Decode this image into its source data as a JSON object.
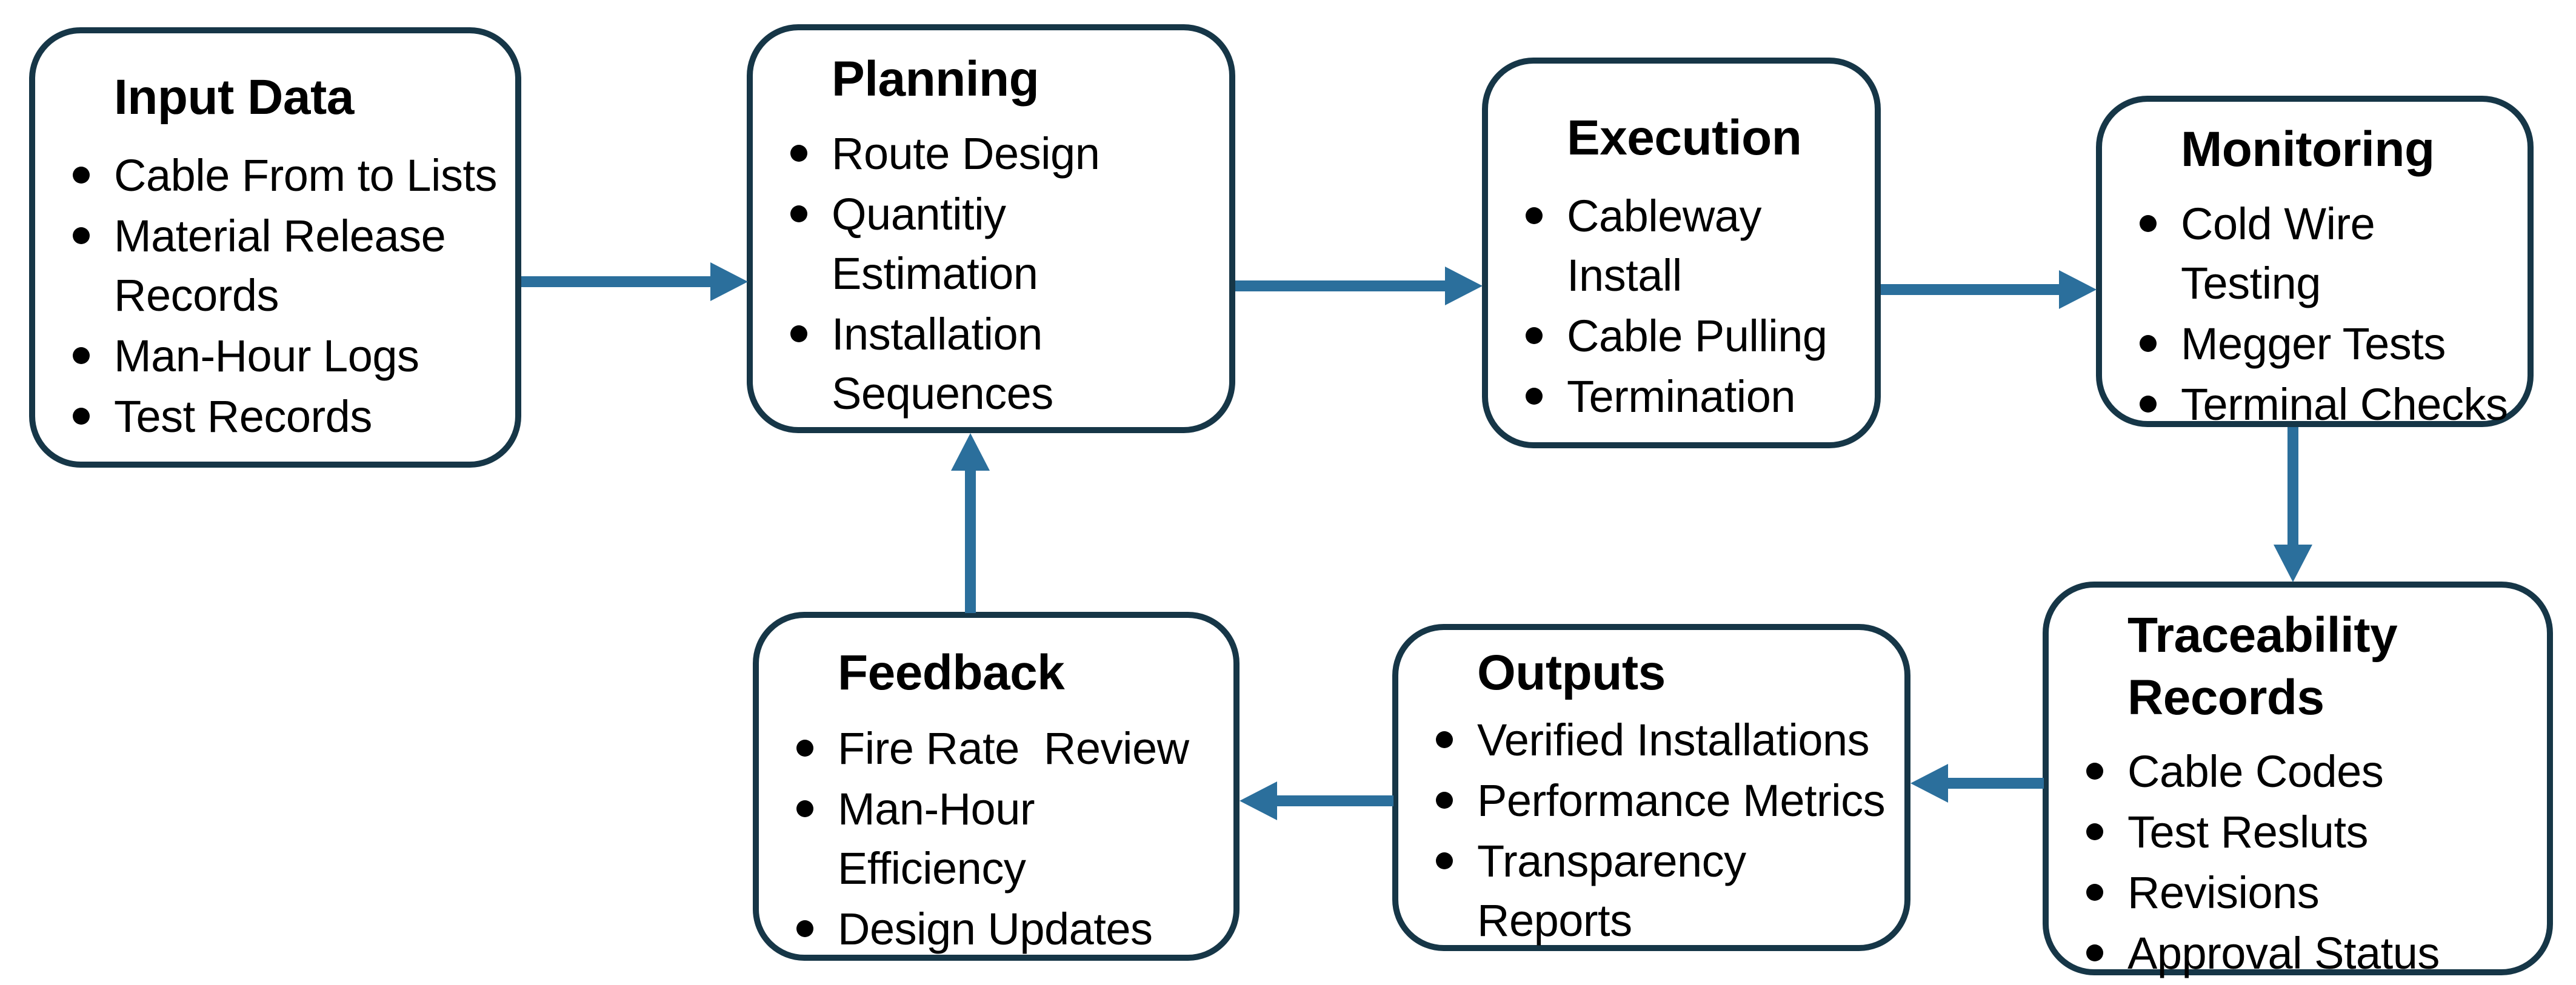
{
  "diagram": {
    "title": "Cable installation process flow",
    "colors": {
      "background": "#ffffff",
      "box_border": "#163647",
      "arrow": "#2b6f9c",
      "text": "#000000"
    },
    "boxes": [
      {
        "id": "input-data",
        "title": "Input Data",
        "items": [
          "Cable From to Lists",
          "Material Release\nRecords",
          "Man-Hour Logs",
          "Test Records"
        ]
      },
      {
        "id": "planning",
        "title": "Planning",
        "items": [
          "Route Design",
          "Quantitiy\nEstimation",
          "Installation\nSequences"
        ]
      },
      {
        "id": "execution",
        "title": "Execution",
        "items": [
          "Cableway\nInstall",
          "Cable Pulling",
          "Termination"
        ]
      },
      {
        "id": "monitoring",
        "title": "Monitoring",
        "items": [
          "Cold Wire\nTesting",
          "Megger Tests",
          "Terminal Checks"
        ]
      },
      {
        "id": "traceability-records",
        "title": "Traceability\nRecords",
        "items": [
          "Cable Codes",
          "Test Resluts",
          "Revisions",
          "Approval Status"
        ]
      },
      {
        "id": "outputs",
        "title": "Outputs",
        "items": [
          "Verified Installations",
          "Performance Metrics",
          "Transparency\nReports"
        ]
      },
      {
        "id": "feedback",
        "title": "Feedback",
        "items": [
          "Fire Rate  Review",
          "Man-Hour\nEfficiency",
          "Design Updates"
        ]
      }
    ],
    "arrows": [
      {
        "from": "Input Data",
        "to": "Planning",
        "direction": "right"
      },
      {
        "from": "Planning",
        "to": "Execution",
        "direction": "right"
      },
      {
        "from": "Execution",
        "to": "Monitoring",
        "direction": "right"
      },
      {
        "from": "Monitoring",
        "to": "Traceability Records",
        "direction": "down"
      },
      {
        "from": "Traceability Records",
        "to": "Outputs",
        "direction": "left"
      },
      {
        "from": "Outputs",
        "to": "Feedback",
        "direction": "left"
      },
      {
        "from": "Feedback",
        "to": "Planning",
        "direction": "up"
      }
    ]
  }
}
